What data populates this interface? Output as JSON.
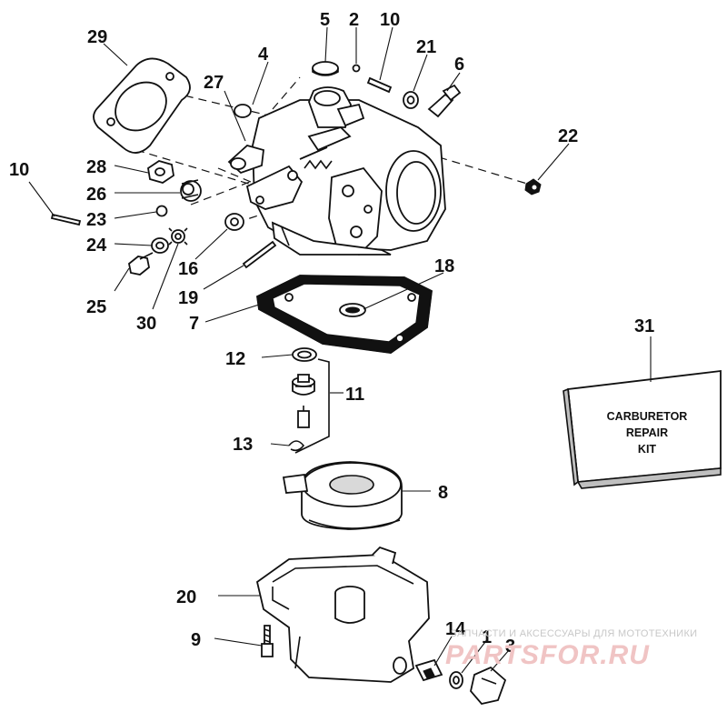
{
  "labels": {
    "l1": "1",
    "l2": "2",
    "l3": "3",
    "l4": "4",
    "l5": "5",
    "l6": "6",
    "l7": "7",
    "l8": "8",
    "l9": "9",
    "l10a": "10",
    "l10b": "10",
    "l11": "11",
    "l12": "12",
    "l13": "13",
    "l14": "14",
    "l16": "16",
    "l18": "18",
    "l19": "19",
    "l20": "20",
    "l21": "21",
    "l22": "22",
    "l23": "23",
    "l24": "24",
    "l25": "25",
    "l26": "26",
    "l27": "27",
    "l28": "28",
    "l29": "29",
    "l30": "30",
    "l31": "31"
  },
  "kit": {
    "line1": "CARBURETOR",
    "line2": "REPAIR",
    "line3": "KIT"
  },
  "watermark": {
    "tagline": "ЗАПЧАСТИ И АКСЕССУАРЫ ДЛЯ МОТОТЕХНИКИ",
    "brand": "PARTSFOR.RU"
  }
}
